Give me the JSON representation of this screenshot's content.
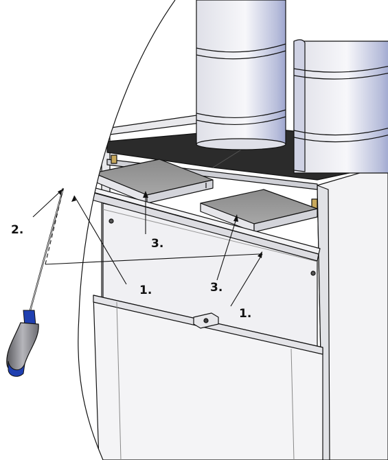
{
  "figure": {
    "background": "#ffffff",
    "colors": {
      "panel": "#f2f2f4",
      "panel_dark": "#d9dadf",
      "top_plate": "#2b2b2b",
      "filter": "#8f8f8f",
      "duct": "#eeeef2",
      "duct_shade": "#b9bfdc",
      "handle_blue": "#1f3fb0",
      "handle_grey": "#8a8a90",
      "outline": "#111111"
    },
    "icons": [
      "screwdriver-icon"
    ],
    "callouts": {
      "c1_left": "1.",
      "c1_right": "1.",
      "c2": "2.",
      "c3_left": "3.",
      "c3_right": "3."
    }
  }
}
